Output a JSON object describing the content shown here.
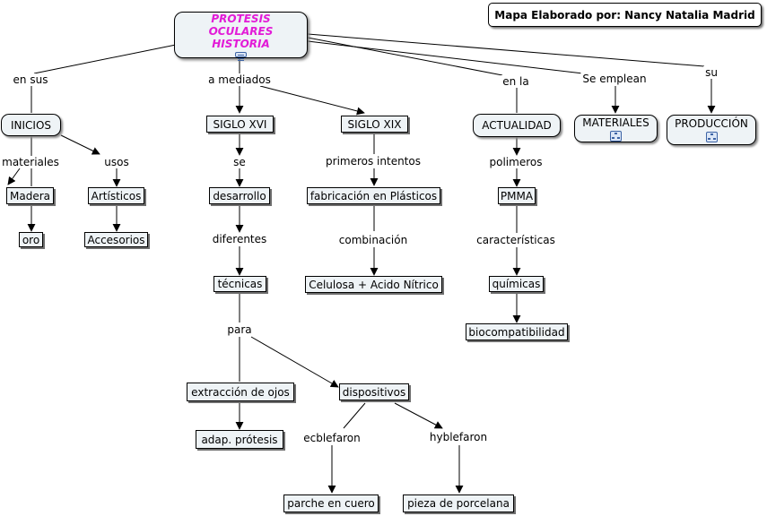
{
  "header": {
    "author_box": "Mapa Elaborado por: Nancy Natalia Madrid"
  },
  "main": {
    "title": "PROTESIS OCULARES HISTORIA",
    "title_color": "#e21bd7",
    "icon": "document-icon"
  },
  "concepts": {
    "inicios": "INICIOS",
    "madera": "Madera",
    "oro": "oro",
    "artisticos": "Artísticos",
    "accesorios": "Accesorios",
    "siglo_xvi": "SIGLO XVI",
    "desarrollo": "desarrollo",
    "tecnicas": "técnicas",
    "extraccion": "extracción de ojos",
    "adap_protesis": "adap. prótesis",
    "dispositivos": "dispositivos",
    "parche": "parche en cuero",
    "pieza": "pieza de porcelana",
    "siglo_xix": "SIGLO XIX",
    "fabricacion": "fabricación en Plásticos",
    "celulosa": "Celulosa + Acido Nítrico",
    "actualidad": "ACTUALIDAD",
    "pmma": "PMMA",
    "quimicas": "químicas",
    "biocompat": "biocompatibilidad",
    "materiales": "MATERIALES",
    "produccion": "PRODUCCIÓN",
    "linked_map_icon": "concept-map-icon"
  },
  "links": {
    "en_sus": "en sus",
    "a_mediados": "a mediados",
    "en_la": "en la",
    "se_emplean": "Se emplean",
    "su": "su",
    "materiales": "materiales",
    "usos": "usos",
    "se": "se",
    "diferentes": "diferentes",
    "para": "para",
    "ecblefaron": "ecblefaron",
    "hyblefaron": "hyblefaron",
    "primeros_intentos": "primeros intentos",
    "combinacion": "combinación",
    "polimeros": "polimeros",
    "caracteristicas": "características"
  }
}
